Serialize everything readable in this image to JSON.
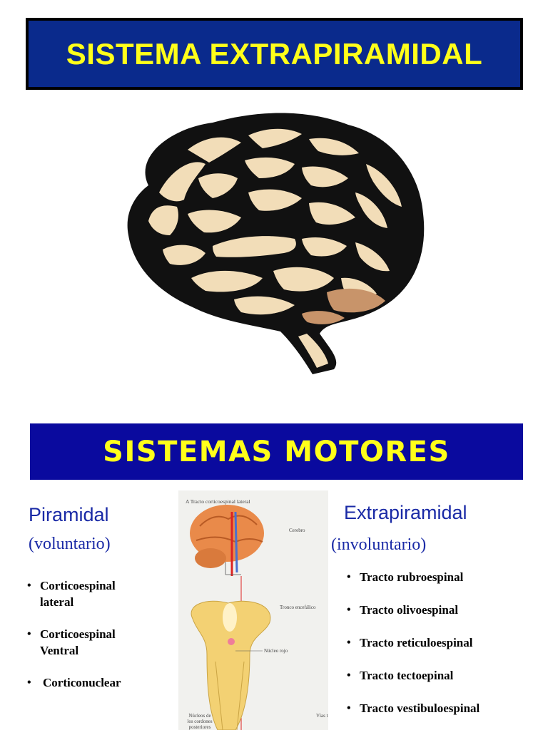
{
  "slide1": {
    "title": "SISTEMA EXTRAPIRAMIDAL",
    "colors": {
      "banner": "#0a2a8c",
      "title": "#ffff1a"
    },
    "image": "brain-woodcut-illustration"
  },
  "slide2": {
    "title": "SISTEMAS MOTORES",
    "colors": {
      "banner": "#0a0a9e",
      "title": "#ffff1a",
      "heading": "#1a2aa6"
    },
    "left": {
      "heading": "Piramidal",
      "subheading": "(voluntario)",
      "items": [
        "Corticoespinal lateral",
        "Corticoespinal Ventral",
        "Corticonuclear"
      ]
    },
    "right": {
      "heading": "Extrapiramidal",
      "subheading": "(involuntario)",
      "items": [
        "Tracto rubroespinal",
        "Tracto olivoespinal",
        "Tracto reticuloespinal",
        "Tracto tectoepinal",
        "Tracto vestibuloespinal"
      ]
    },
    "figure": {
      "label_top": "A  Tracto corticoespinal lateral",
      "label_cerebro": "Cerebro",
      "label_tronco": "Tronco encefálico",
      "label_nucleo": "Núcleo rojo",
      "label_nucleos_bottom": "Núcleos de los cordones posteriores",
      "label_vias": "Vías t"
    }
  }
}
